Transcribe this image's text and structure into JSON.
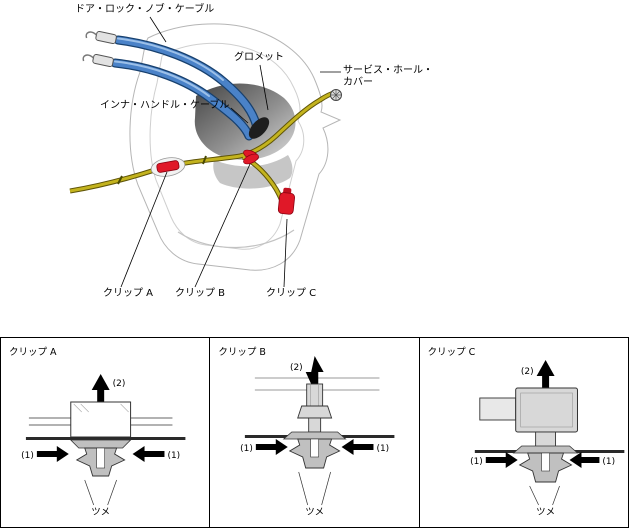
{
  "diagram": {
    "labels": {
      "door_lock_knob_cable": "ドア・ロック・ノブ・ケーブル",
      "grommet": "グロメット",
      "service_hole_cover_line1": "サービス・ホール・",
      "service_hole_cover_line2": "カバー",
      "inner_handle_cable": "インナ・ハンドル・ケーブル",
      "clip_a": "クリップ A",
      "clip_b": "クリップ B",
      "clip_c": "クリップ C"
    },
    "colors": {
      "cable_blue": "#4a82c8",
      "cable_yellow": "#c3b31e",
      "clip_red": "#e01828",
      "trim_outline_gray": "#b5b5b5"
    }
  },
  "clip_panels": [
    {
      "title": "クリップ A",
      "pull_arrow_label": "(2)",
      "press_left_label": "(1)",
      "press_right_label": "(1)",
      "tab_label": "ツメ"
    },
    {
      "title": "クリップ B",
      "pull_arrow_label": "(2)",
      "press_left_label": "(1)",
      "press_right_label": "(1)",
      "tab_label": "ツメ"
    },
    {
      "title": "クリップ C",
      "pull_arrow_label": "(2)",
      "press_left_label": "(1)",
      "press_right_label": "(1)",
      "tab_label": "ツメ"
    }
  ]
}
